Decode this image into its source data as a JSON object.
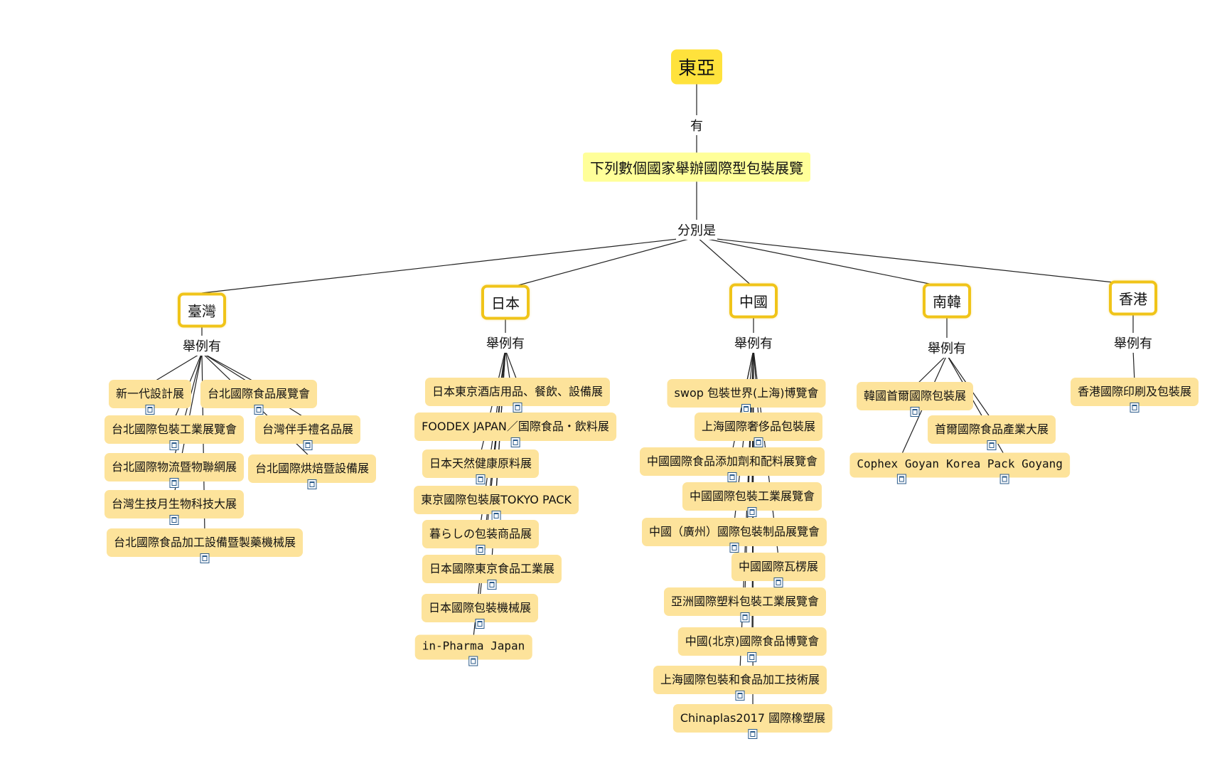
{
  "root": "東亞",
  "root_link": "有",
  "sub": "下列數個國家舉辦國際型包裝展覽",
  "sub_link": "分別是",
  "countries": [
    {
      "name": "臺灣",
      "link": "舉例有",
      "items": [
        "新一代設計展",
        "台北國際食品展覽會",
        "台北國際包裝工業展覽會",
        "台灣伴手禮名品展",
        "台北國際物流暨物聯網展",
        "台北國際烘焙暨設備展",
        "台灣生技月生物科技大展",
        "台北國際食品加工設備暨製藥機械展"
      ]
    },
    {
      "name": "日本",
      "link": "舉例有",
      "items": [
        "日本東京酒店用品、餐飲、設備展",
        "FOODEX JAPAN／国際食品・飲料展",
        "日本天然健康原料展",
        "東京國際包裝展TOKYO PACK",
        "暮らしの包装商品展",
        "日本國際東京食品工業展",
        "日本國際包裝機械展",
        "in-Pharma Japan"
      ]
    },
    {
      "name": "中國",
      "link": "舉例有",
      "items": [
        "swop 包裝世界(上海)博覽會",
        "上海國際奢侈品包裝展",
        "中國國際食品添加劑和配料展覽會",
        "中國國際包裝工業展覽會",
        "中國（廣州）國際包裝制品展覽會",
        "中國國際瓦楞展",
        "亞洲國際塑料包裝工業展覽會",
        "中國(北京)國際食品博覽會",
        "上海國際包裝和食品加工技術展",
        "Chinaplas2017 國際橡塑展"
      ]
    },
    {
      "name": "南韓",
      "link": "舉例有",
      "items": [
        "韓國首爾國際包裝展",
        "首爾國際食品產業大展",
        "Cophex Goyang",
        "Korea Pack Goyang"
      ]
    },
    {
      "name": "香港",
      "link": "舉例有",
      "items": [
        "香港國際印刷及包裝展"
      ]
    }
  ]
}
